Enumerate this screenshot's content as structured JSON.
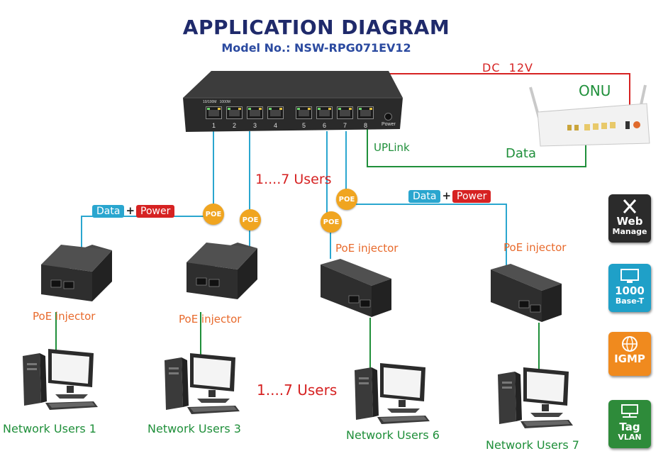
{
  "header": {
    "title": "APPLICATION DIAGRAM",
    "model": "Model No.: NSW-RPG071EV12"
  },
  "switch": {
    "speed_labels": "10/100M   1000M",
    "ports": [
      "1",
      "2",
      "3",
      "4",
      "5",
      "6",
      "7",
      "8"
    ],
    "power_label": "Power"
  },
  "connections": {
    "dc": "DC  12V",
    "onu": "ONU",
    "uplink": "UPLink",
    "data": "Data",
    "users_top": "1....7 Users",
    "users_bottom": "1....7 Users",
    "data_power_left": {
      "data": "Data",
      "plus": "+",
      "power": "Power"
    },
    "data_power_right": {
      "data": "Data",
      "plus": "+",
      "power": "Power"
    },
    "poe": "POE"
  },
  "injectors": [
    {
      "label": "PoE injector"
    },
    {
      "label": "PoE injector"
    },
    {
      "label": "PoE injector"
    },
    {
      "label": "PoE injector"
    }
  ],
  "users": [
    {
      "label": "Network Users 1"
    },
    {
      "label": "Network Users 3"
    },
    {
      "label": "Network Users 6"
    },
    {
      "label": "Network Users 7"
    }
  ],
  "features": [
    {
      "line1": "Web",
      "line2": "Manage",
      "icon": "tools-icon",
      "color": "#2b2b2b"
    },
    {
      "line1": "1000",
      "line2": "Base-T",
      "icon": "monitor-icon",
      "color": "#1fa0c8"
    },
    {
      "line1": "IGMP",
      "line2": "",
      "icon": "globe-icon",
      "color": "#f08a1e"
    },
    {
      "line1": "Tag",
      "line2": "VLAN",
      "icon": "network-icon",
      "color": "#2e8b3a"
    }
  ],
  "colors": {
    "title": "#1f2a6b",
    "model": "#2b4aa0",
    "poe": "#f0a520",
    "line_blue": "#2aa6cf",
    "line_green": "#1f8f3a",
    "line_red": "#d62222",
    "label_orange": "#e86a2c"
  }
}
